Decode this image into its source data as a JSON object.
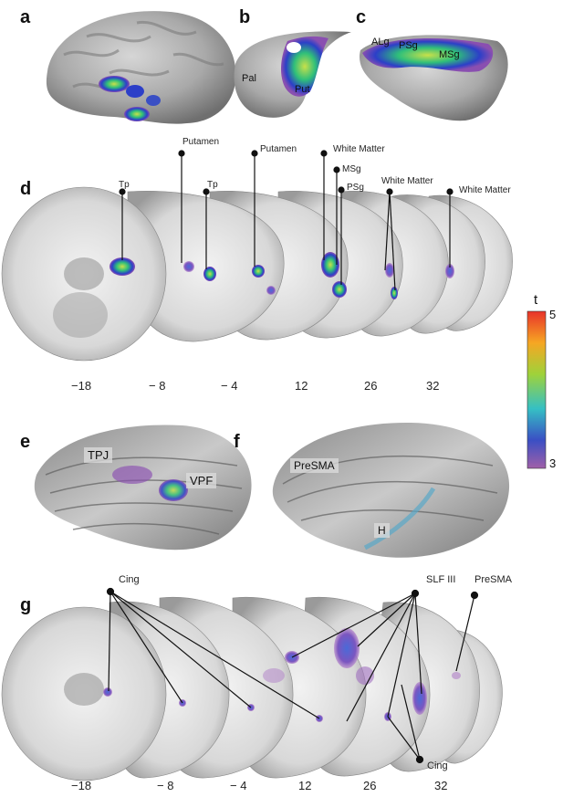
{
  "panels": {
    "a": "a",
    "b": "b",
    "c": "c",
    "d": "d",
    "e": "e",
    "f": "f",
    "g": "g"
  },
  "panel_b": {
    "pal": "Pal",
    "put": "Put"
  },
  "panel_c": {
    "alg": "ALg",
    "psg": "PSg",
    "msg": "MSg"
  },
  "panel_d": {
    "callouts": [
      "Tp",
      "Putamen",
      "Tp",
      "Putamen",
      "White Matter",
      "MSg",
      "PSg",
      "White Matter",
      "White Matter"
    ],
    "slices": [
      "−18",
      "− 8",
      "− 4",
      "12",
      "26",
      "32"
    ]
  },
  "colorbar": {
    "label": "t",
    "max": "5",
    "min": "3",
    "colors": [
      "#e8322a",
      "#f6a623",
      "#9fd23a",
      "#35c0c4",
      "#3a4fc4",
      "#a060a8"
    ]
  },
  "panel_e": {
    "tpj": "TPJ",
    "vpf": "VPF"
  },
  "panel_f": {
    "presma": "PreSMA",
    "h": "H"
  },
  "panel_g": {
    "callouts": [
      "Cing",
      "SLF III",
      "PreSMA",
      "Cing"
    ],
    "slices": [
      "−18",
      "− 8",
      "− 4",
      "12",
      "26",
      "32"
    ]
  },
  "icons": {
    "brain": "brain-render-image",
    "tract": "tractography-image"
  }
}
